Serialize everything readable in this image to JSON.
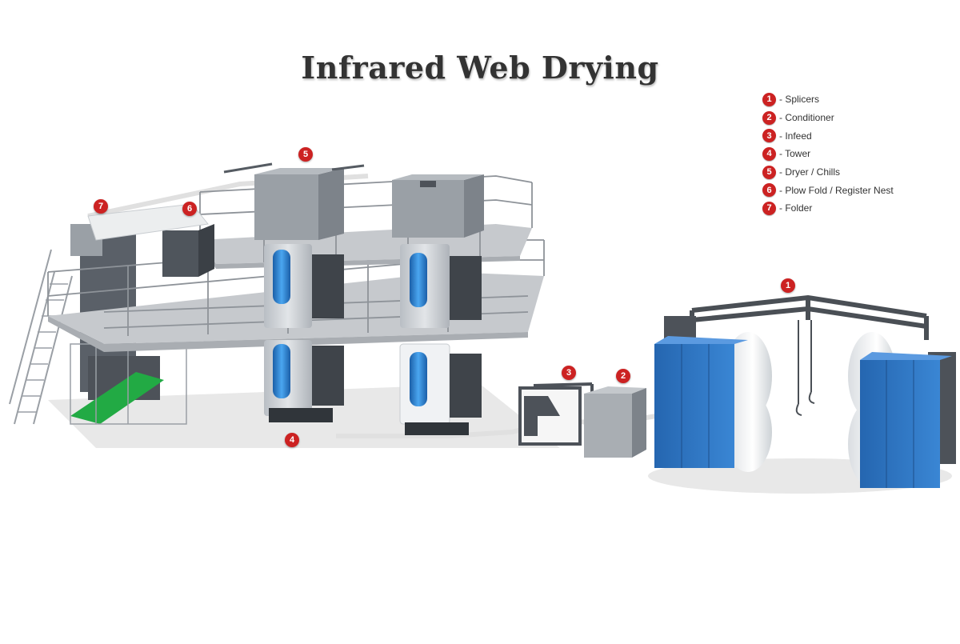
{
  "title": "Infrared Web Drying",
  "colors": {
    "marker": "#cc2222",
    "reelstand": "#2f74c0",
    "dryer_window": "#2a86d6",
    "conveyor": "#22aa44"
  },
  "legend": [
    {
      "num": "1",
      "label": "- Splicers"
    },
    {
      "num": "2",
      "label": "- Conditioner"
    },
    {
      "num": "3",
      "label": "- Infeed"
    },
    {
      "num": "4",
      "label": "- Tower"
    },
    {
      "num": "5",
      "label": "- Dryer / Chills"
    },
    {
      "num": "6",
      "label": "- Plow Fold / Register Nest"
    },
    {
      "num": "7",
      "label": "- Folder"
    }
  ],
  "markers": [
    {
      "num": "1",
      "component": "splicers"
    },
    {
      "num": "2",
      "component": "conditioner"
    },
    {
      "num": "3",
      "component": "infeed"
    },
    {
      "num": "4",
      "component": "tower"
    },
    {
      "num": "5",
      "component": "dryer-chills"
    },
    {
      "num": "6",
      "component": "plow-fold"
    },
    {
      "num": "7",
      "component": "folder"
    }
  ]
}
